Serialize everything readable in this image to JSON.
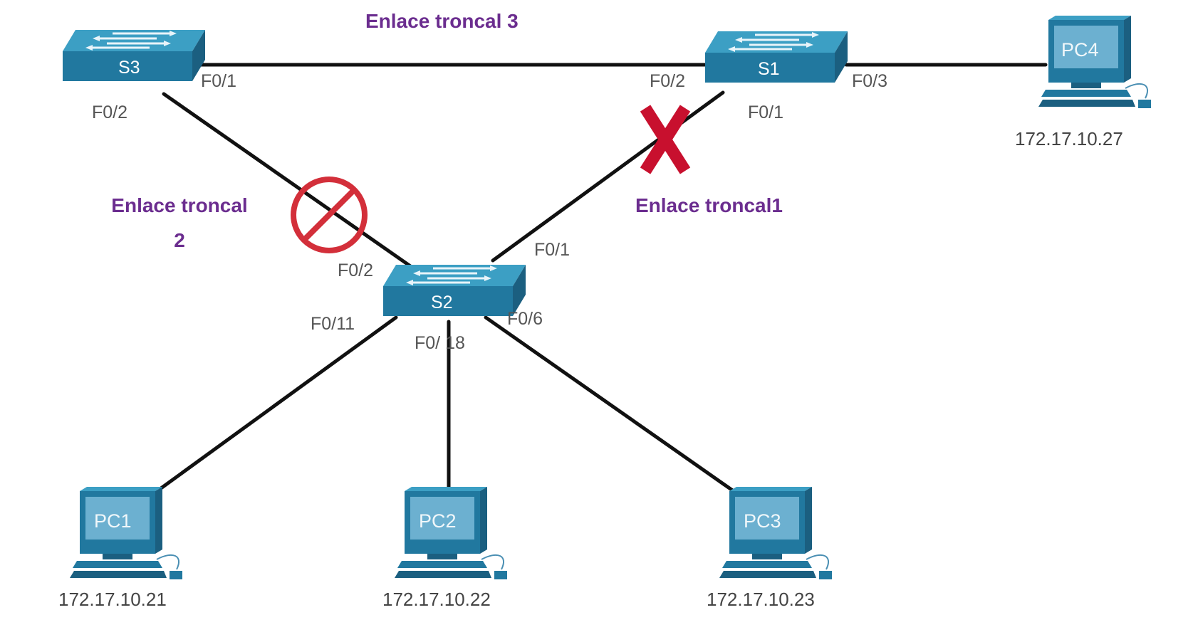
{
  "colors": {
    "trunk_label": "#6b2d8f",
    "link": "#111111",
    "device_top": "#3c9fc4",
    "device_front": "#21789f",
    "device_side": "#1b5f80",
    "screen": "#7cb6d4",
    "blocked": "#d32f3a",
    "failed": "#c8102e"
  },
  "trunks": {
    "t3": "Enlace troncal 3",
    "t2_line1": "Enlace troncal",
    "t2_line2": "2",
    "t1": "Enlace troncal1"
  },
  "switches": {
    "s3": {
      "name": "S3"
    },
    "s1": {
      "name": "S1"
    },
    "s2": {
      "name": "S2"
    }
  },
  "ports": {
    "s3_f01": "F0/1",
    "s3_f02": "F0/2",
    "s1_f02": "F0/2",
    "s1_f01": "F0/1",
    "s1_f03": "F0/3",
    "s2_f02": "F0/2",
    "s2_f01": "F0/1",
    "s2_f011": "F0/11",
    "s2_f018": "F0/ 18",
    "s2_f06": "F0/6"
  },
  "pcs": {
    "pc1": {
      "name": "PC1",
      "ip": "172.17.10.21"
    },
    "pc2": {
      "name": "PC2",
      "ip": "172.17.10.22"
    },
    "pc3": {
      "name": "PC3",
      "ip": "172.17.10.23"
    },
    "pc4": {
      "name": "PC4",
      "ip": "172.17.10.27"
    }
  },
  "icons": {
    "blocked_port": "prohibited-icon",
    "failed_link": "x-mark-icon"
  }
}
